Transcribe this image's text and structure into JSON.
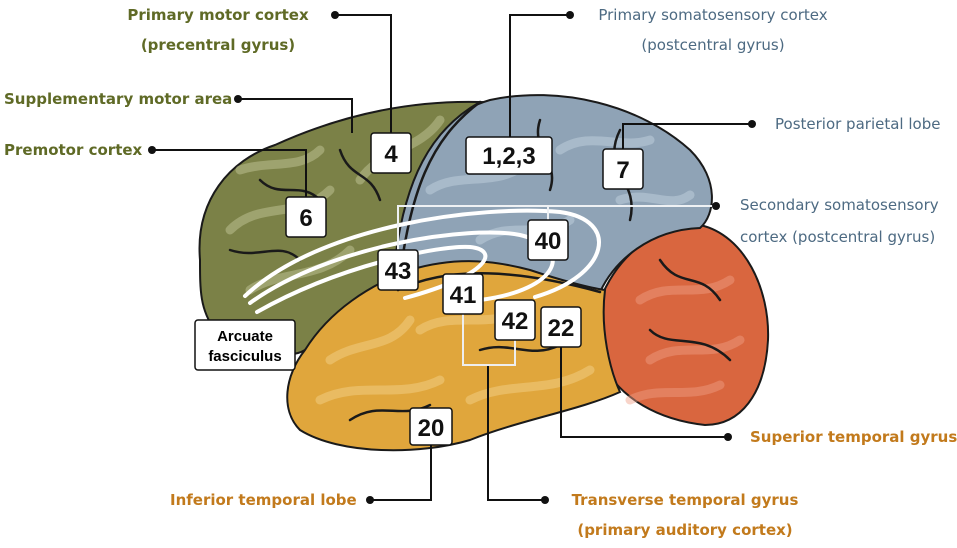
{
  "labels": {
    "primary_motor": [
      "Primary motor cortex",
      "(precentral gyrus)"
    ],
    "primary_somatosensory": [
      "Primary somatosensory cortex",
      "(postcentral gyrus)"
    ],
    "supplementary_motor": "Supplementary motor area",
    "premotor": "Premotor cortex",
    "posterior_parietal": "Posterior parietal lobe",
    "secondary_somatosensory": [
      "Secondary somatosensory",
      "cortex (postcentral gyrus)"
    ],
    "superior_temporal": "Superior temporal gyrus",
    "inferior_temporal": "Inferior temporal lobe",
    "transverse_temporal": [
      "Transverse temporal gyrus",
      "(primary auditory cortex)"
    ]
  },
  "areas": {
    "a4": "4",
    "a123": "1,2,3",
    "a7": "7",
    "a6": "6",
    "a40": "40",
    "a43": "43",
    "a41": "41",
    "a42": "42",
    "a22": "22",
    "a20": "20",
    "arcuate": [
      "Arcuate",
      "fasciculus"
    ]
  },
  "colors": {
    "frontal": "#7b8147",
    "parietal": "#8fa3b6",
    "temporal": "#e0a63c",
    "occipital": "#d9663f",
    "label_green": "#5f6a26",
    "label_blue": "#4d6a82",
    "label_orange": "#c27a1c"
  }
}
